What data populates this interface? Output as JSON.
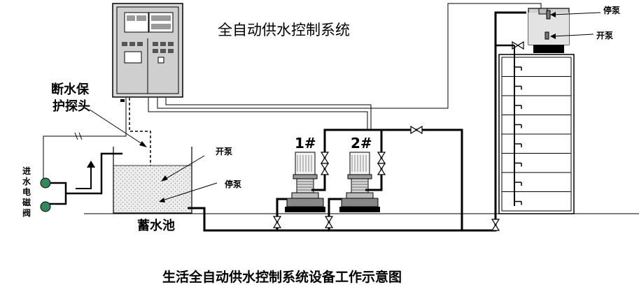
{
  "labels": {
    "system_title": "全自动供水控制系统",
    "caption": "生活全自动供水控制系统设备工作示意图",
    "probe_line1": "断水保",
    "probe_line2": "护探头",
    "start_pump_tank": "开泵",
    "stop_pump_tank": "停泵",
    "start_pump_roof": "开泵",
    "stop_pump_roof": "停泵",
    "reservoir": "蓄水池",
    "pump1": "1#",
    "pump2": "2#",
    "inlet_valve": [
      "进",
      "水",
      "电",
      "磁",
      "阀"
    ]
  },
  "colors": {
    "line": "#000000",
    "valve_green": "#2e8b57",
    "cabinet": "#e0e0e0",
    "cabinet_panel": "#bdbdbd",
    "water": "#e6e6e6"
  }
}
